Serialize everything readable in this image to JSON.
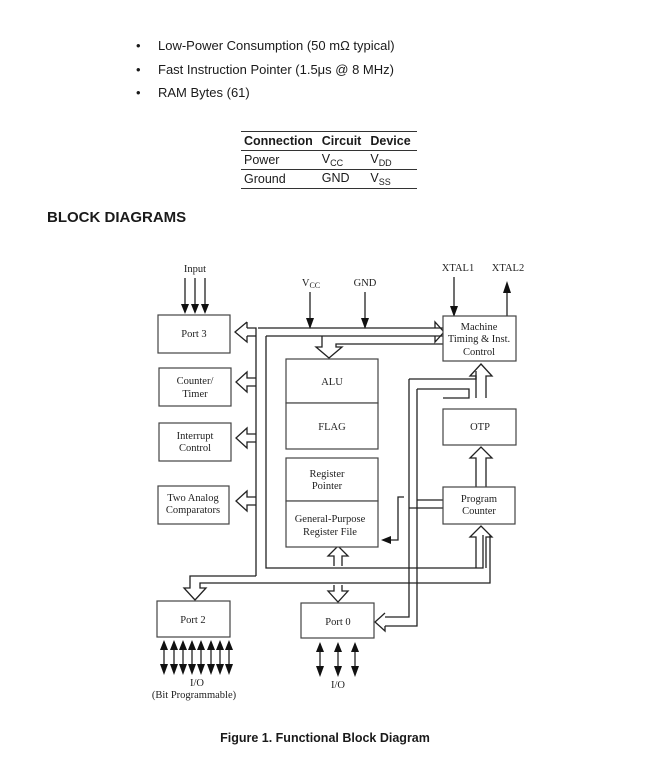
{
  "features": [
    {
      "text": "Low-Power Consumption (50 mΩ typical)"
    },
    {
      "text": "Fast Instruction Pointer (1.5μs @ 8 MHz)"
    },
    {
      "text": "RAM Bytes (61)"
    }
  ],
  "bullet_glyph": "•",
  "connection_table": {
    "headers": [
      "Connection",
      "Circuit",
      "Device"
    ],
    "rows": [
      {
        "connection": "Power",
        "circuit_main": "V",
        "circuit_sub": "CC",
        "device_main": "V",
        "device_sub": "DD"
      },
      {
        "connection": "Ground",
        "circuit_main": "GND",
        "circuit_sub": "",
        "device_main": "V",
        "device_sub": "SS"
      }
    ]
  },
  "section_title": "BLOCK DIAGRAMS",
  "diagram": {
    "signals": {
      "input": "Input",
      "vcc_main": "V",
      "vcc_sub": "CC",
      "gnd": "GND",
      "xtal1": "XTAL1",
      "xtal2": "XTAL2",
      "io_port2": "I/O",
      "io_port2_note": "(Bit Programmable)",
      "io_port0": "I/O"
    },
    "blocks": {
      "port3": "Port 3",
      "counter_timer": [
        "Counter/",
        "Timer"
      ],
      "interrupt_control": [
        "Interrupt",
        "Control"
      ],
      "analog_comparators": [
        "Two Analog",
        "Comparators"
      ],
      "alu": "ALU",
      "flag": "FLAG",
      "register_pointer": [
        "Register",
        "Pointer"
      ],
      "register_file": [
        "General-Purpose",
        "Register File"
      ],
      "machine_timing": [
        "Machine",
        "Timing & Inst.",
        "Control"
      ],
      "otp": "OTP",
      "program_counter": [
        "Program",
        "Counter"
      ],
      "port2": "Port 2",
      "port0": "Port 0"
    }
  },
  "caption": "Figure 1.  Functional Block Diagram"
}
